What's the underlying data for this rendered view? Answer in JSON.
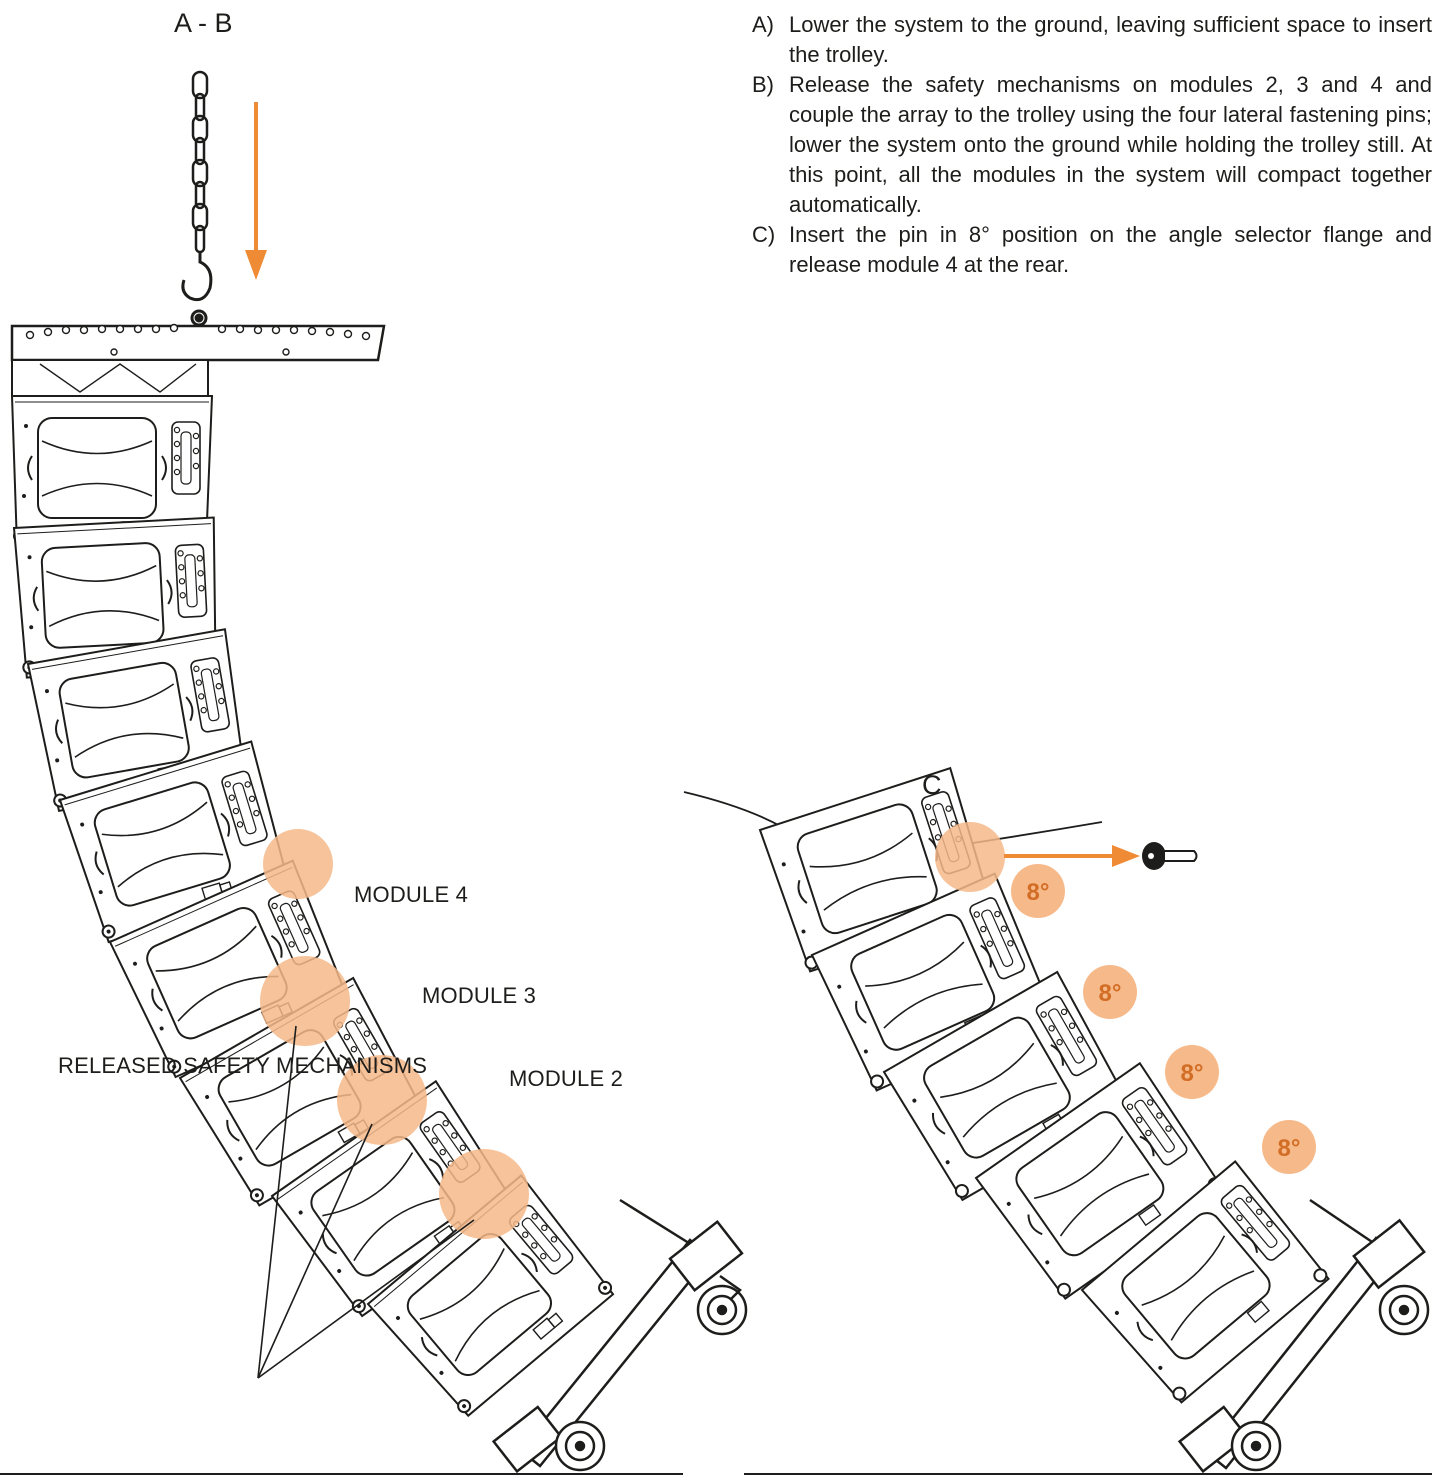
{
  "titles": {
    "ab": "A - B",
    "c": "C"
  },
  "instructions": [
    {
      "key": "A)",
      "text": "Lower the system to the ground, leaving sufficient space to insert the trolley."
    },
    {
      "key": "B)",
      "text": "Release the safety mechanisms on modules 2, 3 and 4 and couple the array to the trolley using the four lateral fastening pins; lower the system onto the ground while holding the trolley still. At this point, all the modules in the system will compact together automatically."
    },
    {
      "key": "C)",
      "text": "Insert the pin in 8° position on the angle selector flange and release module 4 at the rear."
    }
  ],
  "labels": {
    "module4": "MODULE 4",
    "module3": "MODULE 3",
    "module2": "MODULE 2",
    "released": "RELEASED SAFETY MECHANISMS"
  },
  "angles": [
    "8°",
    "8°",
    "8°",
    "8°"
  ],
  "colors": {
    "accent": "#ef8a35",
    "highlight": "#f6b98a",
    "highlight_text": "#d26d25",
    "line": "#1d1d1b"
  },
  "icons": [
    "chain-icon",
    "hook-icon",
    "down-arrow-icon",
    "right-arrow-icon",
    "pin-icon",
    "wheel-icon"
  ]
}
